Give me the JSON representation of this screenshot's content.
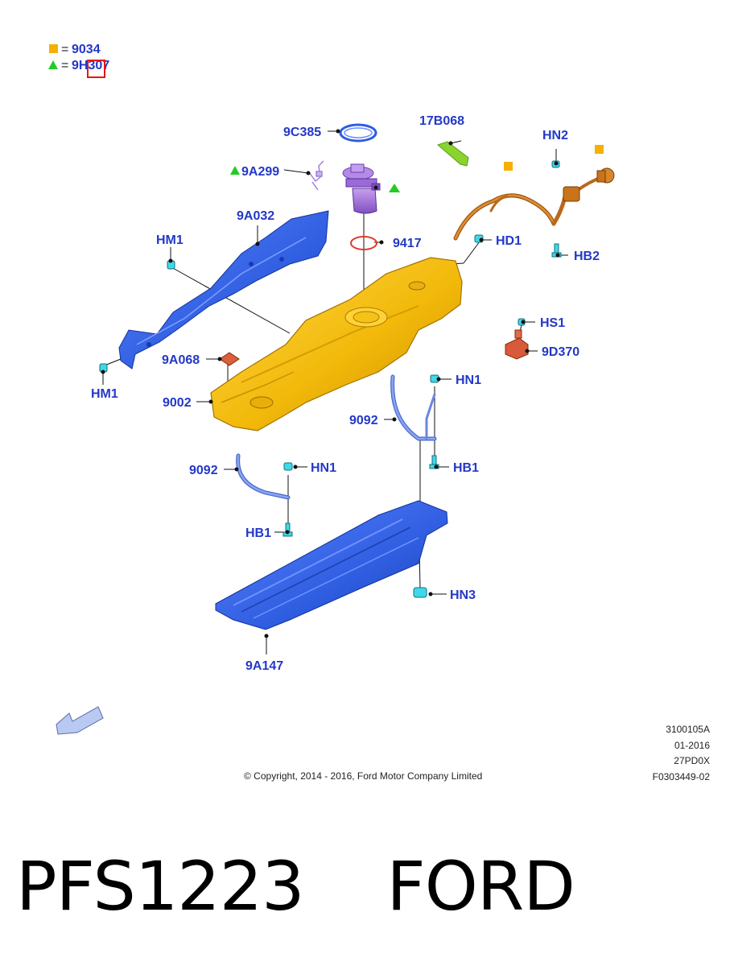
{
  "legend": [
    {
      "shape": "square",
      "color": "#f5b000",
      "eq": "=",
      "code": "9034"
    },
    {
      "shape": "triangle",
      "color": "#22cc22",
      "eq": "=",
      "code": "9H307"
    }
  ],
  "callouts": {
    "c_9C385": "9C385",
    "c_17B068": "17B068",
    "c_HN2": "HN2",
    "c_9A299": "9A299",
    "c_9A032": "9A032",
    "c_HM1a": "HM1",
    "c_9417": "9417",
    "c_HD1": "HD1",
    "c_HB2": "HB2",
    "c_HS1": "HS1",
    "c_9D370": "9D370",
    "c_9A068": "9A068",
    "c_HM1b": "HM1",
    "c_HN1a": "HN1",
    "c_9002": "9002",
    "c_9092a": "9092",
    "c_9092b": "9092",
    "c_HN1b": "HN1",
    "c_HB1a": "HB1",
    "c_HB1b": "HB1",
    "c_HN3": "HN3",
    "c_9A147": "9A147"
  },
  "info": [
    "3100105A",
    "01-2016",
    "27PD0X",
    "F0303449-02"
  ],
  "copyright": "© Copyright, 2014 - 2016, Ford Motor Company Limited",
  "footer": "PFS1223    FORD",
  "colors": {
    "label_blue": "#2438c8",
    "tank_yellow": "#f2b90a",
    "shield_blue": "#2f5de0",
    "pump_purple": "#a070d8",
    "hose_orange": "#c8741a",
    "sensor_red": "#d85a3a",
    "clip_cyan": "#40d8e8",
    "highlight_red": "#e01818"
  }
}
